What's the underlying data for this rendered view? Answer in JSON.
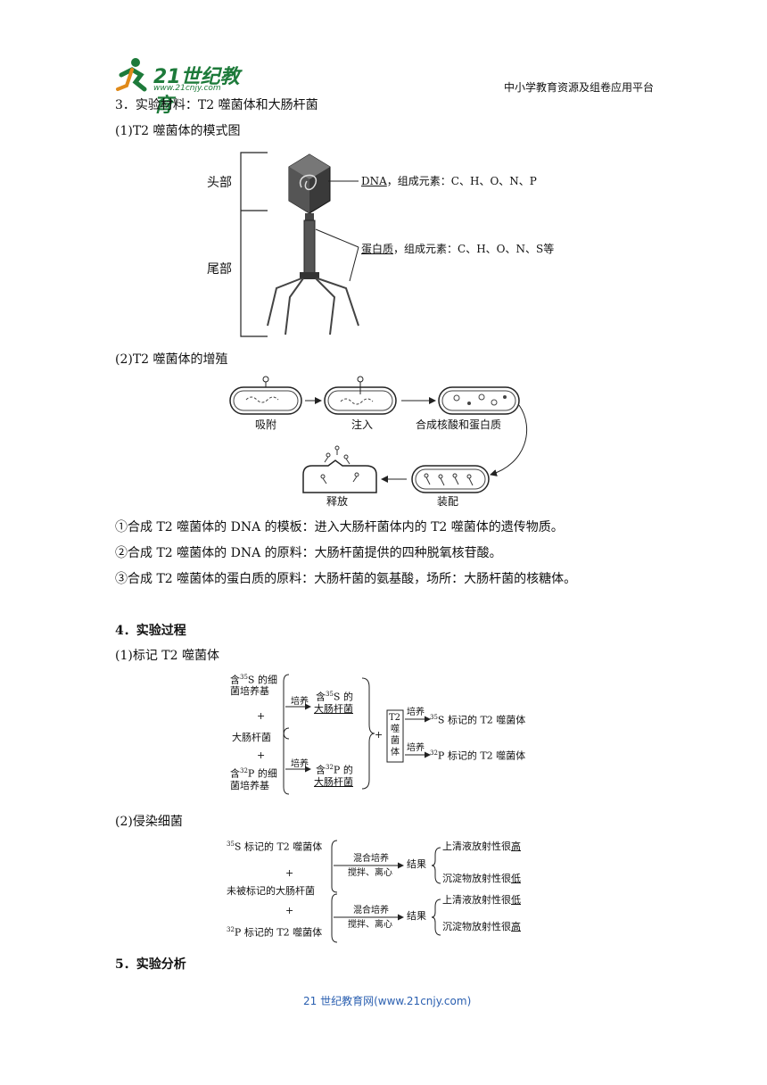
{
  "header": {
    "logo_text": "21世纪教育",
    "logo_url": "www.21cnjy.com",
    "right_text": "中小学教育资源及组卷应用平台"
  },
  "section3": {
    "title": "3．实验材料：T2 噬菌体和大肠杆菌",
    "sub1": "(1)T2 噬菌体的模式图",
    "fig1": {
      "head_label": "头部",
      "tail_label": "尾部",
      "dna_label": "DNA",
      "dna_elements": "，组成元素：C、H、O、N、P",
      "protein_label": "蛋白质",
      "protein_elements": "，组成元素：C、H、O、N、S等"
    },
    "sub2": "(2)T2 噬菌体的增殖",
    "fig2": {
      "step1": "吸附",
      "step2": "注入",
      "step3": "合成核酸和蛋白质",
      "step4": "装配",
      "step5": "释放"
    },
    "notes": [
      "①合成 T2 噬菌体的 DNA 的模板：进入大肠杆菌体内的 T2 噬菌体的遗传物质。",
      "②合成 T2 噬菌体的 DNA 的原料：大肠杆菌提供的四种脱氧核苷酸。",
      "③合成 T2 噬菌体的蛋白质的原料：大肠杆菌的氨基酸，场所：大肠杆菌的核糖体。"
    ]
  },
  "section4": {
    "title": "4．实验过程",
    "sub1": "(1)标记 T2 噬菌体",
    "fig3": {
      "s_medium_1": "含",
      "s_medium_sup": "35",
      "s_medium_2": "S 的细",
      "s_medium_3": "菌培养基",
      "plus": "+",
      "ecoli": "大肠杆菌",
      "p_medium_1": "含",
      "p_medium_sup": "32",
      "p_medium_2": "P 的细",
      "p_medium_3": "菌培养基",
      "culture": "培养",
      "s_ecoli_1": "含",
      "s_ecoli_sup": "35",
      "s_ecoli_2": "S 的",
      "s_ecoli_3": "大肠杆菌",
      "p_ecoli_1": "含",
      "p_ecoli_sup": "32",
      "p_ecoli_2": "P 的",
      "p_ecoli_3": "大肠杆菌",
      "t2_box_1": "T2",
      "t2_box_2": "噬",
      "t2_box_3": "菌",
      "t2_box_4": "体",
      "s_result_sup": "35",
      "s_result": "S 标记的 T2 噬菌体",
      "p_result_sup": "32",
      "p_result": "P 标记的 T2 噬菌体"
    },
    "sub2": "(2)侵染细菌",
    "fig4": {
      "s_phage_sup": "35",
      "s_phage": "S 标记的 T2 噬菌体",
      "plus": "+",
      "unlabeled": "未被标记的大肠杆菌",
      "p_phage_sup": "32",
      "p_phage": "P 标记的 T2 噬菌体",
      "mix": "混合培养",
      "stir": "搅拌、离心",
      "result": "结果",
      "r1a_1": "上清液放射性很",
      "r1a_2": "高",
      "r1b_1": "沉淀物放射性很",
      "r1b_2": "低",
      "r2a_1": "上清液放射性很",
      "r2a_2": "低",
      "r2b_1": "沉淀物放射性很",
      "r2b_2": "高"
    }
  },
  "section5": {
    "title": "5．实验分析"
  },
  "footer": {
    "text": "21 世纪教育网(www.21cnjy.com)"
  }
}
